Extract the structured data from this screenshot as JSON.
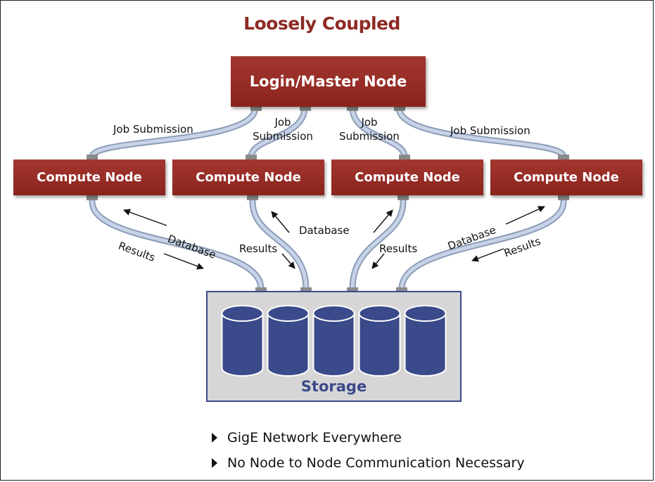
{
  "title": "Loosely Coupled",
  "master_node": "Login/Master Node",
  "compute_nodes": [
    "Compute Node",
    "Compute Node",
    "Compute Node",
    "Compute Node"
  ],
  "labels": {
    "job_submission": "Job Submission",
    "job": "Job",
    "submission": "Submission",
    "database": "Database",
    "results": "Results"
  },
  "storage": {
    "label": "Storage",
    "disk_count": 5,
    "disk_color": "#3b4a8a"
  },
  "bullets": [
    "GigE Network Everywhere",
    "No Node to Node Communication Necessary"
  ],
  "colors": {
    "node_red": "#9a2d27",
    "title_red": "#8e2a24",
    "storage_blue": "#3b4a8a",
    "cable": "#aab9d3"
  }
}
